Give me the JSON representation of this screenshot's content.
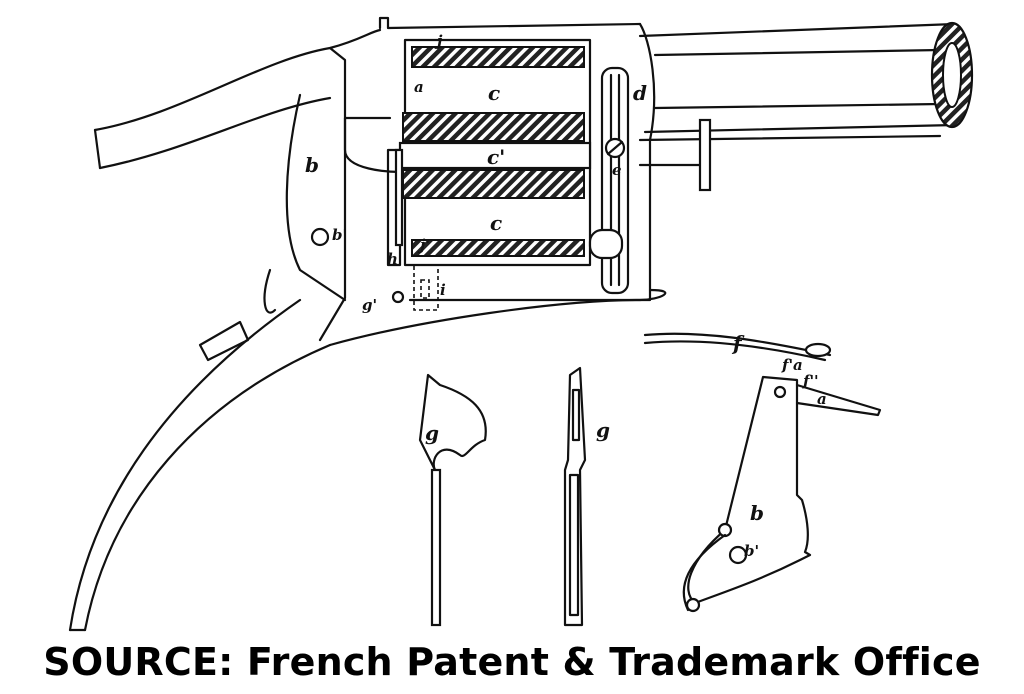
{
  "caption": "SOURCE: French Patent & Trademark Office",
  "labels": {
    "j_top": "j",
    "a_cyl": "a",
    "c_upper": "c",
    "d": "d",
    "b_frame": "b",
    "c_prime": "c'",
    "e": "e",
    "c_lower": "c",
    "b_prime_frame": "b'",
    "h": "h",
    "j_prime": "j'",
    "i": "i",
    "g_prime": "g'",
    "f": "f",
    "f_a": "f'a",
    "f_dd": "f''",
    "a_hammer": "a",
    "g_front": "g",
    "g_side": "g",
    "b_hammer": "b",
    "b_prime_hammer": "b'"
  }
}
